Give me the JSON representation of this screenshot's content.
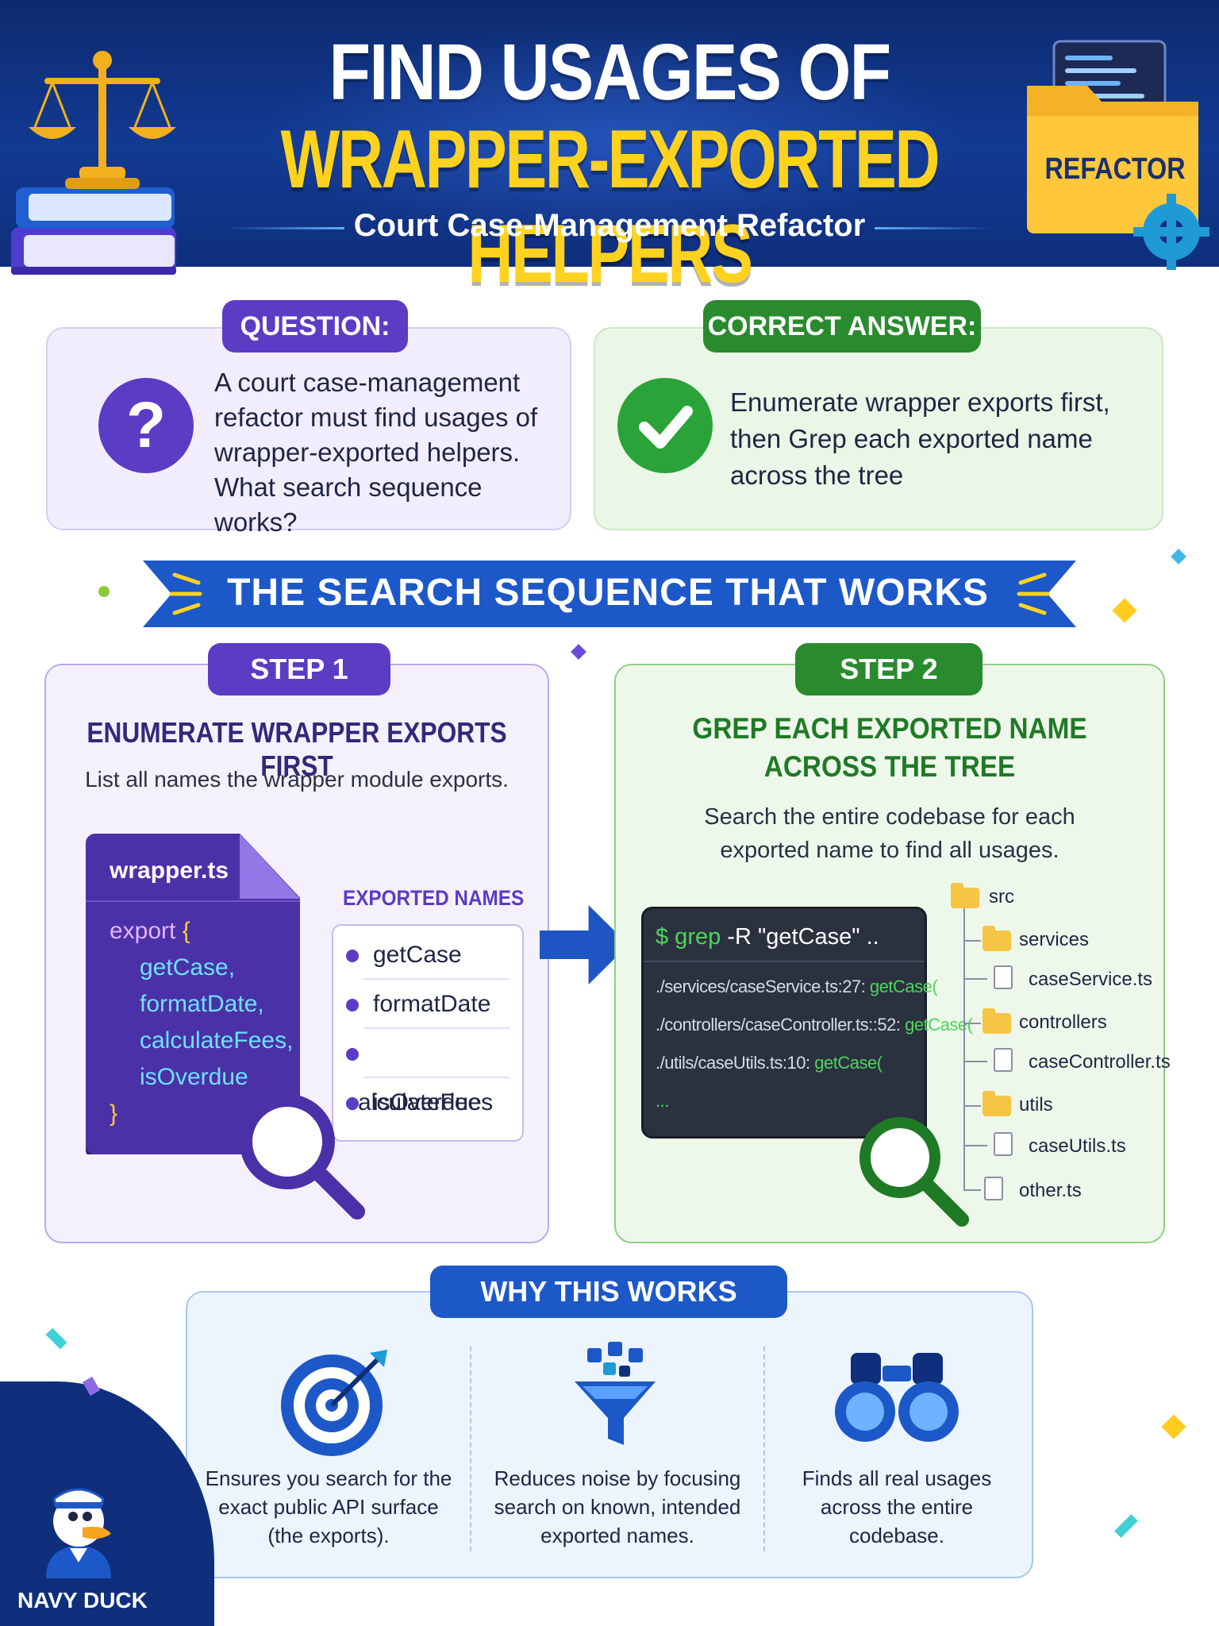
{
  "header": {
    "title_line1": "FIND USAGES OF",
    "title_line2": "WRAPPER-EXPORTED HELPERS",
    "subtitle": "Court Case-Management Refactor",
    "folder_label": "REFACTOR"
  },
  "question": {
    "label": "QUESTION:",
    "icon": "question-mark-icon",
    "icon_glyph": "?",
    "text": "A court case-management refactor must find usages of wrapper-exported helpers. What search sequence works?"
  },
  "answer": {
    "label": "CORRECT ANSWER:",
    "icon": "checkmark-icon",
    "text": "Enumerate wrapper exports first, then Grep each exported name across the tree"
  },
  "banner": "THE SEARCH SEQUENCE THAT WORKS",
  "step1": {
    "label": "STEP 1",
    "heading": "ENUMERATE WRAPPER EXPORTS FIRST",
    "description": "List all names the wrapper module exports.",
    "file_name": "wrapper.ts",
    "code_keyword": "export",
    "code_open": "{",
    "code_close": "}",
    "code_names": [
      "getCase,",
      "formatDate,",
      "calculateFees,",
      "isOverdue"
    ],
    "names_title": "EXPORTED NAMES",
    "names": [
      "getCase",
      "formatDate",
      "calculateFees",
      "isOverdue"
    ]
  },
  "step2": {
    "label": "STEP 2",
    "heading_line1": "GREP EACH EXPORTED NAME",
    "heading_line2": "ACROSS THE TREE",
    "description_line1": "Search the entire codebase for each",
    "description_line2": "exported name to find all usages.",
    "terminal": {
      "prompt": "$ grep",
      "command": "-R \"getCase\" ..",
      "results": [
        {
          "path": "./services/caseService.ts:27:",
          "match": "getCase("
        },
        {
          "path": "./controllers/caseController.ts::52:",
          "match": "getCase("
        },
        {
          "path": "./utils/caseUtils.ts:10:",
          "match": "getCase("
        }
      ],
      "ellipsis": "..."
    },
    "tree": {
      "root": "src",
      "folder1": "services",
      "file1": "caseService.ts",
      "folder2": "controllers",
      "file2": "caseController.ts",
      "folder3": "utils",
      "file3": "caseUtils.ts",
      "file4": "other.ts"
    }
  },
  "why": {
    "label": "WHY THIS WORKS",
    "items": [
      {
        "icon": "target-icon",
        "line1": "Ensures you search for the",
        "line2": "exact public API surface",
        "line3": "(the exports)."
      },
      {
        "icon": "funnel-icon",
        "line1": "Reduces noise by focusing",
        "line2": "search on known, intended",
        "line3": "exported names."
      },
      {
        "icon": "binoculars-icon",
        "line1": "Finds all real usages",
        "line2": "across the entire",
        "line3": "codebase."
      }
    ]
  },
  "brand": "NAVY DUCK",
  "colors": {
    "navy": "#0f2f7c",
    "yellow": "#ffd21f",
    "purple": "#5b3cc4",
    "green": "#2a8a2e",
    "blue": "#1d58c9"
  }
}
